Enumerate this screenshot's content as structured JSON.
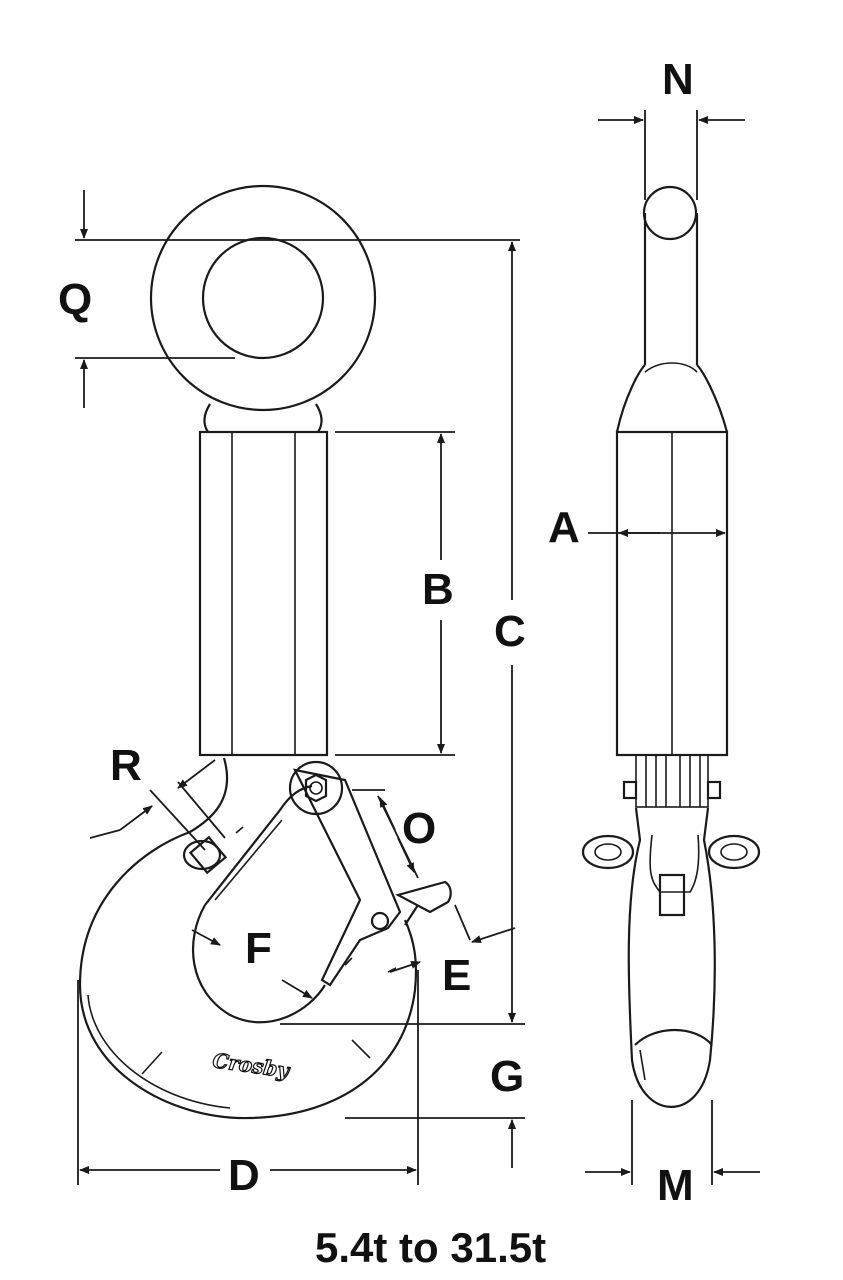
{
  "labels": {
    "N": "N",
    "Q": "Q",
    "A": "A",
    "B": "B",
    "C": "C",
    "R": "R",
    "O": "O",
    "F": "F",
    "E": "E",
    "G": "G",
    "D": "D",
    "M": "M"
  },
  "brand": "Crosby",
  "caption": "5.4t to 31.5t"
}
